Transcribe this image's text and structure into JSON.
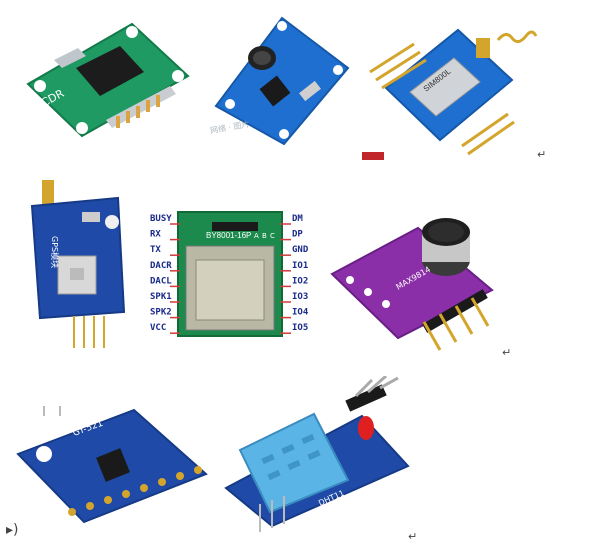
{
  "photos": [
    {
      "id": "tile-1",
      "board_label": "X CDR"
    },
    {
      "id": "tile-2",
      "watermark": "网络 · 图片"
    },
    {
      "id": "tile-3",
      "module_label": "SIM800L"
    },
    {
      "id": "tile-4",
      "board_label": "GPS模块"
    },
    {
      "id": "tile-5",
      "module_label": "BY8001-16P",
      "left_pins": [
        "BUSY",
        "RX",
        "TX",
        "DACR",
        "DACL",
        "SPK1",
        "SPK2",
        "VCC"
      ],
      "right_pins": [
        "DM",
        "DP",
        "GND",
        "IO1",
        "IO2",
        "IO3",
        "IO4",
        "IO5"
      ],
      "corner_letters": [
        "A",
        "B",
        "C"
      ]
    },
    {
      "id": "tile-6",
      "board_label": "MAX9814"
    },
    {
      "id": "tile-7",
      "board_label": "GY-521"
    },
    {
      "id": "tile-8",
      "board_label": "DHT11"
    }
  ],
  "marks": {
    "return_glyph": "↵",
    "play_glyph": "▸)"
  },
  "colors": {
    "pcb_green": "#1f9a63",
    "pcb_blue": "#1e6fd0",
    "pcb_purple": "#8a2fa8",
    "pcb_navy": "#1f4aa8",
    "dht_blue": "#5ab4e6",
    "gold": "#d4a52c"
  }
}
